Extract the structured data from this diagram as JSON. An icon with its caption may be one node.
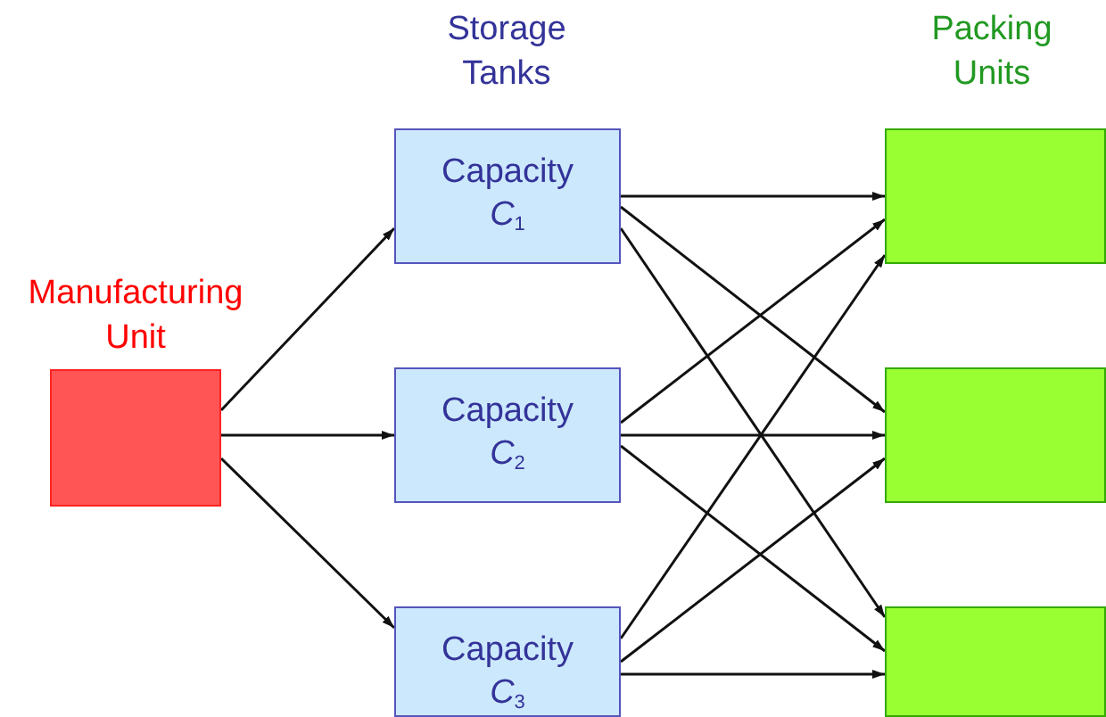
{
  "diagram": {
    "nodes": [
      {
        "text": [
          "Manufacturing Unit"
        ]
      },
      {
        "text": [
          "Capacity",
          "*C*$_{1}$"
        ]
      },
      {
        "text": [
          "Capacity",
          "*C*$_{2}$"
        ]
      },
      {
        "text": [
          "Capacity",
          "*C*$_{3}$"
        ]
      },
      {
        "text": [],
        "shape": "box"
      },
      {
        "text": [],
        "shape": "box"
      },
      {
        "text": [],
        "shape": "box"
      }
    ],
    "edges": [
      {
        "from": 0,
        "to": 1,
        "arrow": "to"
      },
      {
        "from": 0,
        "to": 2,
        "arrow": "to"
      },
      {
        "from": 0,
        "to": 3,
        "arrow": "to"
      },
      {
        "from": 1,
        "to": 4,
        "arrow": "to"
      },
      {
        "from": 1,
        "to": 5,
        "arrow": "to"
      },
      {
        "from": 1,
        "to": 6,
        "arrow": "to"
      },
      {
        "from": 2,
        "to": 4,
        "arrow": "to"
      },
      {
        "from": 2,
        "to": 5,
        "arrow": "to"
      },
      {
        "from": 2,
        "to": 6,
        "arrow": "to"
      },
      {
        "from": 3,
        "to": 4,
        "arrow": "to"
      },
      {
        "from": 3,
        "to": 5,
        "arrow": "to"
      },
      {
        "from": 3,
        "to": 6,
        "arrow": "to"
      }
    ],
    "labels": [
      "Storage Tanks",
      "Packing Units"
    ]
  }
}
